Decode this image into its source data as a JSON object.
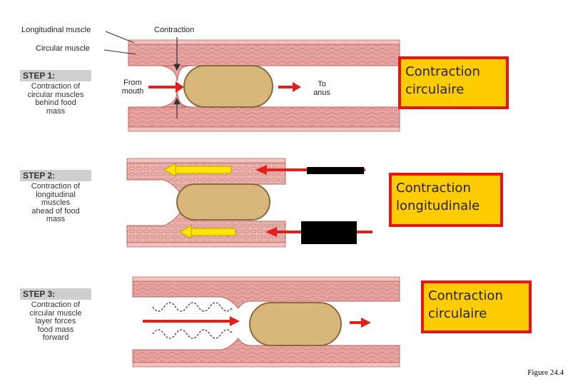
{
  "labels": {
    "longitudinal_muscle": "Longitudinal muscle",
    "circular_muscle": "Circular muscle",
    "contraction": "Contraction",
    "from_mouth_1": "From",
    "from_mouth_2": "mouth",
    "to_anus_1": "To",
    "to_anus_2": "anus"
  },
  "steps": [
    {
      "heading": "STEP 1:",
      "lines": [
        "Contraction of",
        "circular muscles",
        "behind food",
        "mass"
      ]
    },
    {
      "heading": "STEP 2:",
      "lines": [
        "Contraction of",
        "longitudinal",
        "muscles",
        "ahead of food",
        "mass"
      ]
    },
    {
      "heading": "STEP 3:",
      "lines": [
        "Contraction of",
        "circular muscle",
        "layer forces",
        "food mass",
        "forward"
      ]
    }
  ],
  "callouts": [
    {
      "line1": "Contraction",
      "line2": "circulaire"
    },
    {
      "line1": "Contraction",
      "line2": "longitudinale"
    },
    {
      "line1": "Contraction",
      "line2": "circulaire"
    }
  ],
  "figure_label": "Figure 24.4",
  "colors": {
    "muscle": "#e8a3a0",
    "muscle_dark": "#c2706c",
    "lumen": "#ffffff",
    "food": "#d9b77a",
    "food_edge": "#8a6a3a",
    "arrow_red": "#e0201a",
    "arrow_yellow": "#ffe400",
    "callout_fill": "#ffcc00",
    "callout_border": "#ee1111"
  }
}
